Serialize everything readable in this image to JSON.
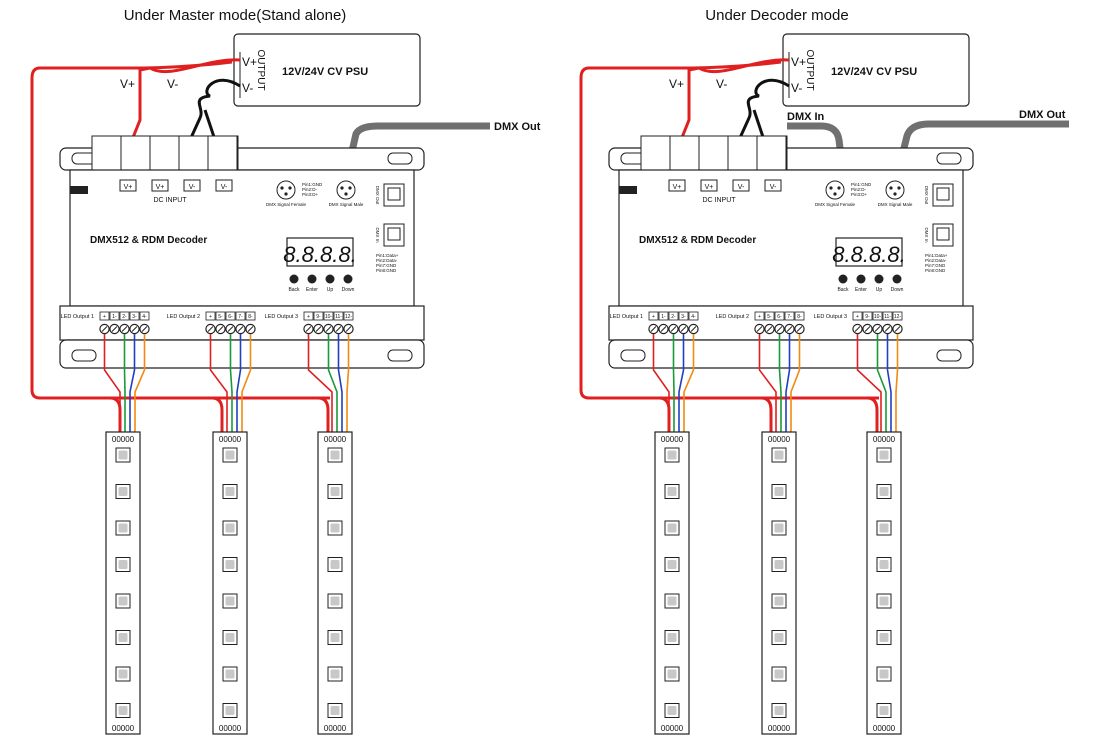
{
  "panels": [
    {
      "title": "Under Master mode(Stand alone)",
      "dmx_out": "DMX Out",
      "dmx_in": ""
    },
    {
      "title": "Under Decoder mode",
      "dmx_out": "DMX Out",
      "dmx_in": "DMX In"
    }
  ],
  "psu": {
    "label": "12V/24V CV PSU",
    "output_label": "OUTPUT",
    "v_plus": "V+",
    "v_minus": "V-"
  },
  "wires": {
    "v_plus": "V+",
    "v_minus": "V-"
  },
  "decoder": {
    "name": "DMX512 & RDM Decoder",
    "dc_input": "DC INPUT",
    "terminals": [
      "V+",
      "V+",
      "V-",
      "V-"
    ],
    "display": "8.8.8.8.",
    "buttons": [
      "Back",
      "Enter",
      "Up",
      "Down"
    ],
    "xlr_female": "DMX Signal Female",
    "xlr_male": "DMX Signal Male",
    "xlr_pins": [
      "Pin1:GND",
      "Pin2:D-",
      "Pin3:D+"
    ],
    "rj45_pins": [
      "Pin1:Data+",
      "Pin2:Data-",
      "Pin7:GND",
      "Pin8:GND"
    ],
    "rj45_labels": [
      "DMX Out",
      "DMX In"
    ],
    "outputs": [
      {
        "label": "LED Output 1",
        "terminals": [
          "+",
          "1-",
          "2-",
          "3-",
          "4-"
        ]
      },
      {
        "label": "LED Output 2",
        "terminals": [
          "+",
          "5-",
          "6-",
          "7-",
          "8-"
        ]
      },
      {
        "label": "LED Output 3",
        "terminals": [
          "+",
          "9-",
          "10-",
          "11-",
          "12-"
        ]
      }
    ]
  },
  "strip": {
    "connector_label": "00000",
    "led_count": 8
  },
  "colors": {
    "v_plus_wire": "#e02020",
    "v_minus_wire": "#111111",
    "dmx_cable": "#707070",
    "strip_wires": [
      "#e02020",
      "#1a9a3a",
      "#2040c0",
      "#f08a10"
    ]
  }
}
